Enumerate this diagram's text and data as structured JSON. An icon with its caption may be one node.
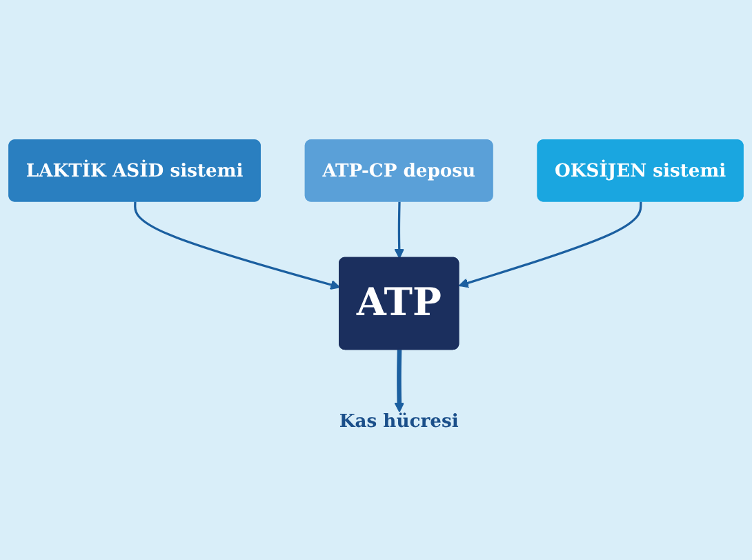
{
  "diagram": {
    "nodes": [
      {
        "text": [
          "LAKTİK ASİD sistemi"
        ]
      },
      {
        "text": [
          "ATP-CP deposu"
        ]
      },
      {
        "text": [
          "OKSİJEN sistemi"
        ]
      },
      {
        "text": [
          "ATP"
        ]
      },
      {
        "text": [
          "Kas hücresi"
        ]
      }
    ],
    "edges": [
      {
        "from": 0,
        "to": 3,
        "arrow": "to"
      },
      {
        "from": 1,
        "to": 3,
        "arrow": "to"
      },
      {
        "from": 2,
        "to": 3,
        "arrow": "to"
      },
      {
        "from": 3,
        "to": 4,
        "arrow": "to",
        "style": "thick"
      }
    ]
  }
}
